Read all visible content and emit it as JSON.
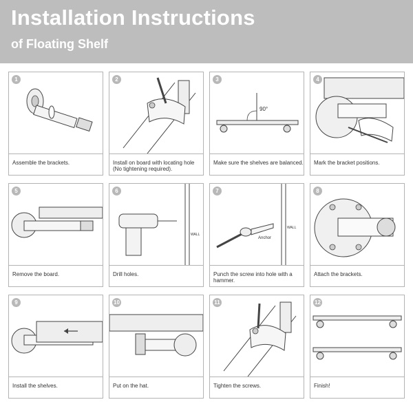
{
  "header": {
    "title": "Installation Instructions",
    "subtitle": "of Floating Shelf"
  },
  "steps": [
    {
      "num": "1",
      "caption": "Assemble the brackets."
    },
    {
      "num": "2",
      "caption": "Install on board with locating hole (No tightening required)."
    },
    {
      "num": "3",
      "caption": "Make sure the shelves are balanced.",
      "angle_label": "90°"
    },
    {
      "num": "4",
      "caption": "Mark the bracket positions."
    },
    {
      "num": "5",
      "caption": "Remove the board."
    },
    {
      "num": "6",
      "caption": "Drill holes.",
      "wall_label": "WALL"
    },
    {
      "num": "7",
      "caption": "Punch the screw into hole with a hammer.",
      "wall_label": "WALL",
      "anchor_label": "Anchor"
    },
    {
      "num": "8",
      "caption": "Attach the brackets."
    },
    {
      "num": "9",
      "caption": "Install the shelves."
    },
    {
      "num": "10",
      "caption": "Put on the hat."
    },
    {
      "num": "11",
      "caption": "Tighten the screws."
    },
    {
      "num": "12",
      "caption": "Finish!"
    }
  ],
  "colors": {
    "header_bg": "#bdbdbd",
    "panel_border": "#b3b3b3",
    "badge_bg": "#b8b8b8",
    "line": "#333333"
  }
}
